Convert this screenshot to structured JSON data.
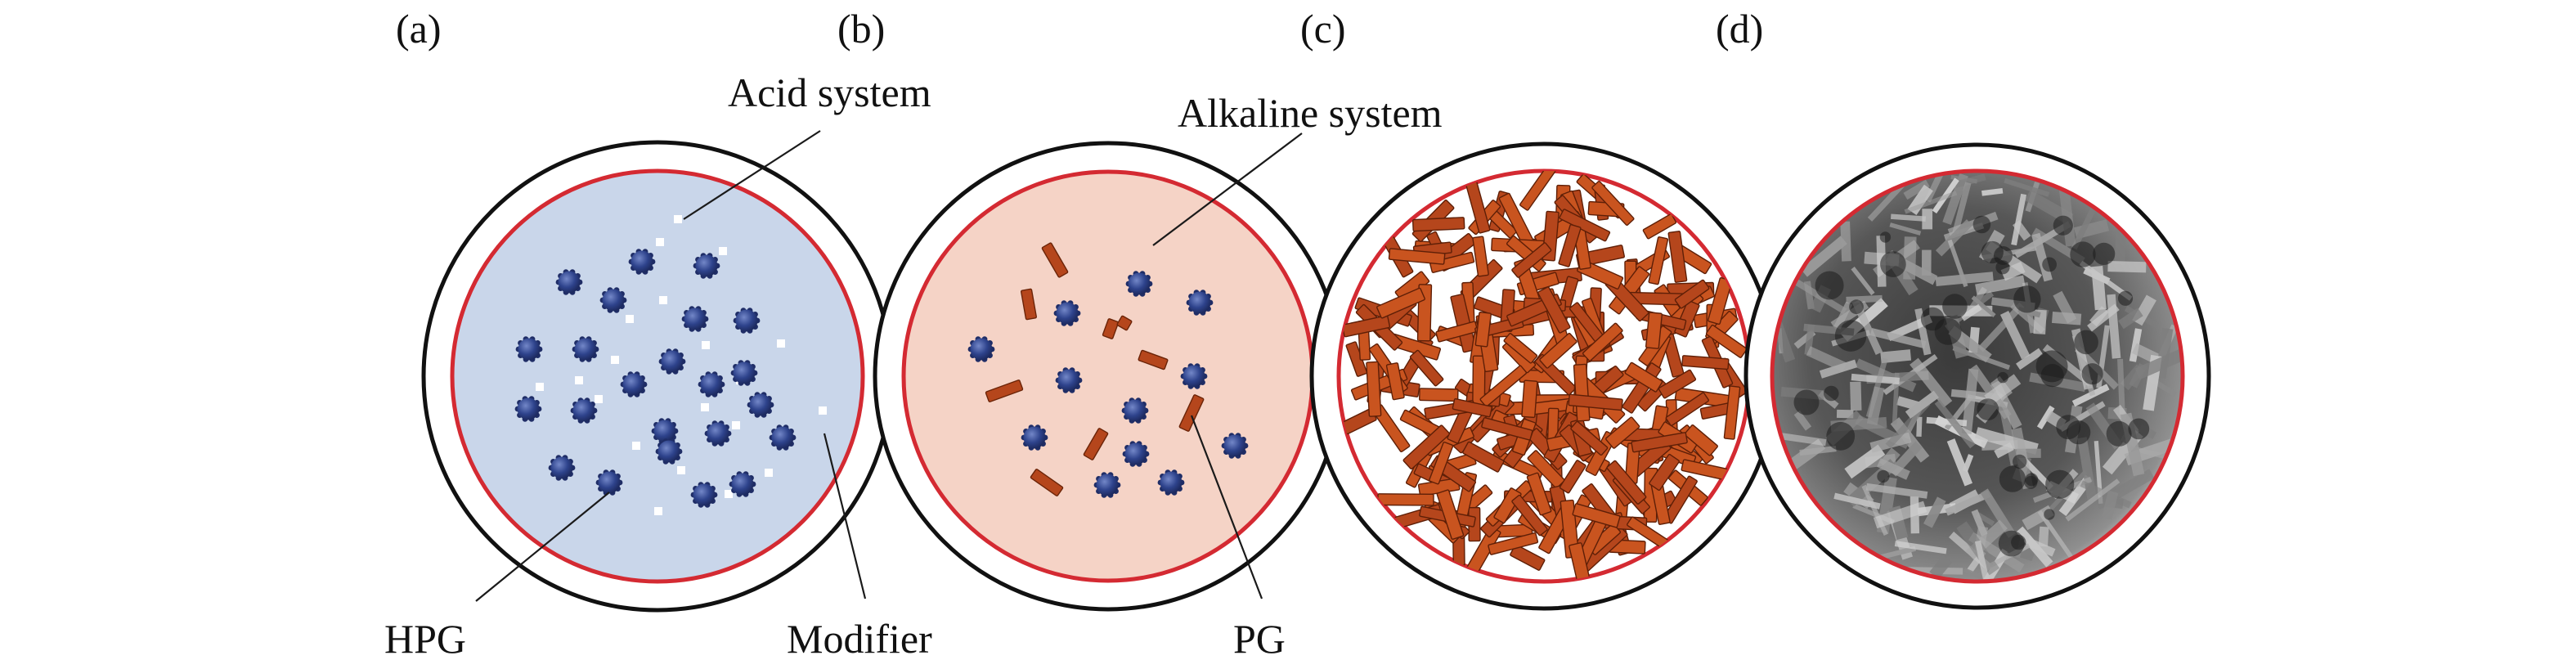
{
  "panels": [
    {
      "id": "a",
      "label": "(a)"
    },
    {
      "id": "b",
      "label": "(b)"
    },
    {
      "id": "c",
      "label": "(c)"
    },
    {
      "id": "d",
      "label": "(d)"
    }
  ],
  "annotations": {
    "acid_system": "Acid system",
    "alkaline_system": "Alkaline system",
    "hpg": "HPG",
    "modifier": "Modifier",
    "pg": "PG"
  },
  "colors": {
    "outer_ring": "#111111",
    "inner_ring": "#d42a32",
    "acid_fill": "#c9d6ea",
    "alkaline_fill": "#f5d3c6",
    "particle": "#2b3f86",
    "crystal": "#b5461c",
    "sem_dark": "#2b2b2b"
  }
}
